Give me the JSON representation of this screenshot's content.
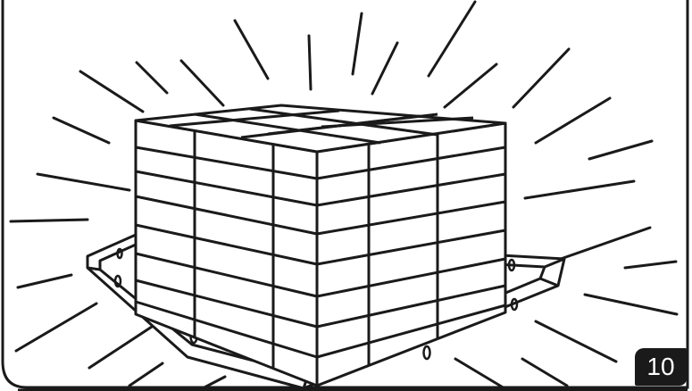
{
  "illustration": {
    "subject": "pallet-with-stacked-boxes",
    "icon": "burst-lines"
  },
  "step": {
    "number": "10"
  },
  "colors": {
    "ink": "#1a1a1a",
    "paper": "#ffffff"
  }
}
